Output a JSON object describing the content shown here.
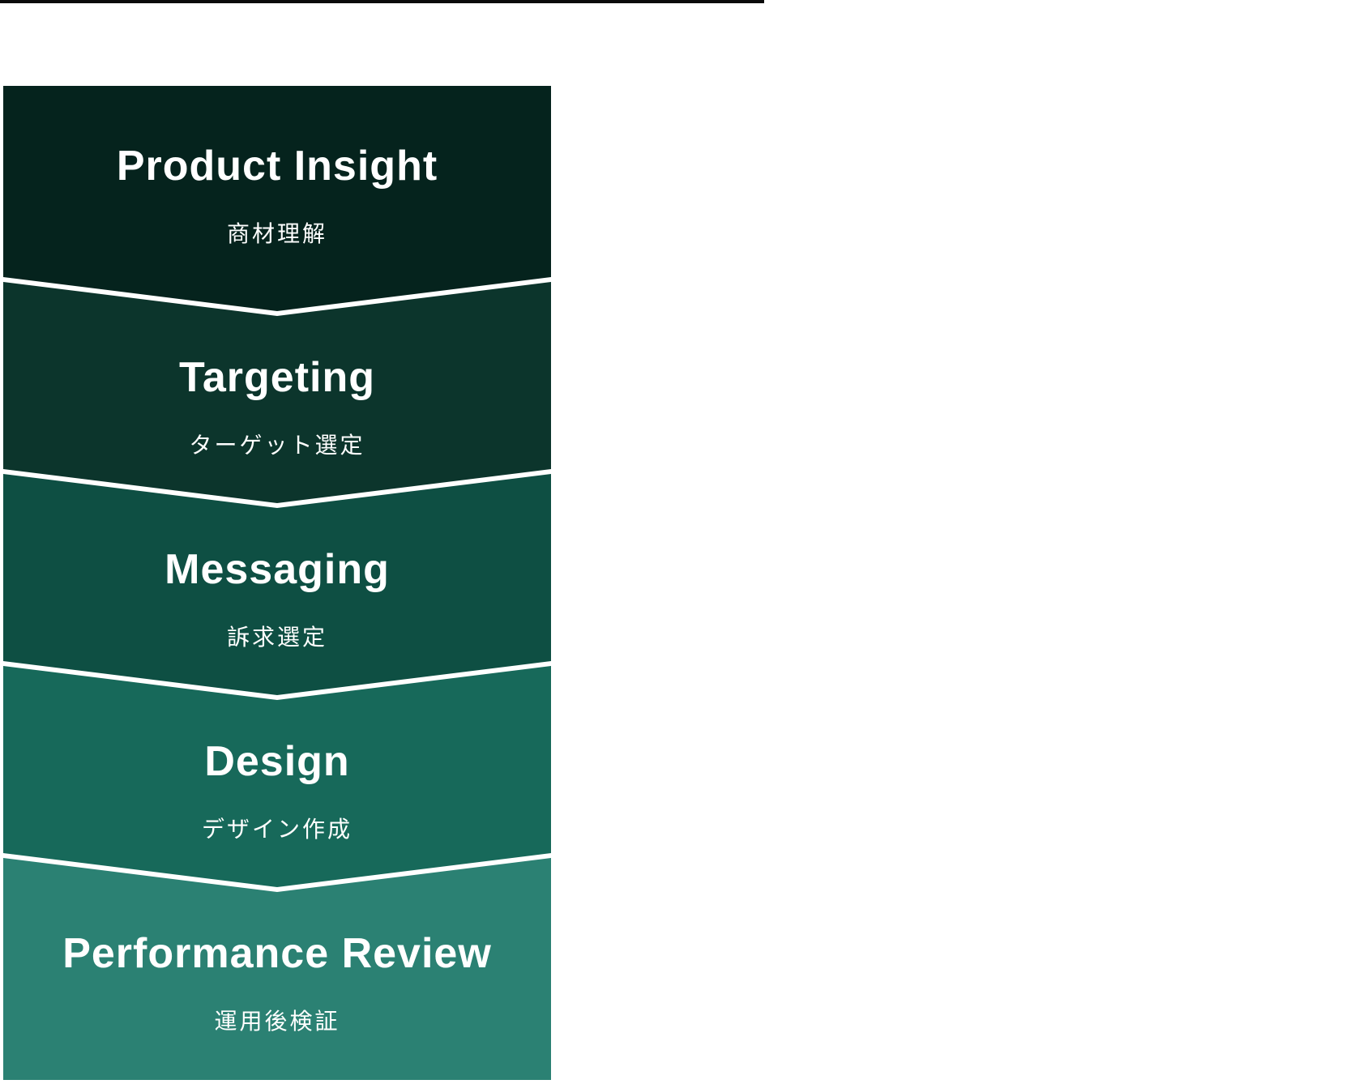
{
  "page": {
    "background_color": "#ffffff"
  },
  "top_bar": {
    "color": "#0a0a0a"
  },
  "funnel": {
    "text_color": "#ffffff",
    "separator_color": "#ffffff",
    "stages": [
      {
        "title": "Product Insight",
        "subtitle": "商材理解",
        "color": "#05231d"
      },
      {
        "title": "Targeting",
        "subtitle": "ターゲット選定",
        "color": "#0c352c"
      },
      {
        "title": "Messaging",
        "subtitle": "訴求選定",
        "color": "#0e4f43"
      },
      {
        "title": "Design",
        "subtitle": "デザイン作成",
        "color": "#17695a"
      },
      {
        "title": "Performance Review",
        "subtitle": "運用後検証",
        "color": "#2b8173"
      }
    ]
  }
}
